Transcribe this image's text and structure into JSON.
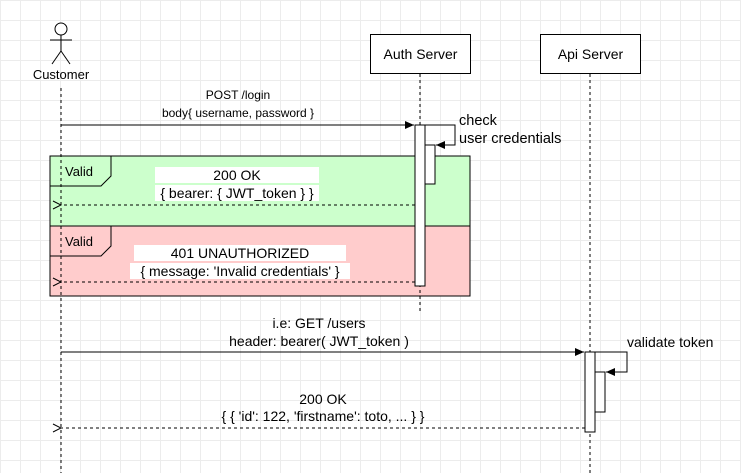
{
  "participants": {
    "customer": "Customer",
    "auth": "Auth Server",
    "api": "Api Server"
  },
  "messages": {
    "login_line1": "POST /login",
    "login_line2": "body{ username, password }",
    "check_line1": "check",
    "check_line2": "user credentials",
    "ok_line1": "200 OK",
    "ok_line2": "{ bearer: { JWT_token } }",
    "unauth_line1": "401 UNAUTHORIZED",
    "unauth_line2": "{ message: 'Invalid credentials' }",
    "get_line1": "i.e:  GET /users",
    "get_line2": "header: bearer( JWT_token )",
    "validate": "validate token",
    "resp_line1": "200 OK",
    "resp_line2": "{ { 'id': 122, 'firstname': toto, ... } }"
  },
  "fragments": {
    "valid_label": "Valid",
    "invalid_label": "Valid"
  },
  "colors": {
    "valid_fill": "#ccffcc",
    "invalid_fill": "#ffcccc",
    "line": "#000000"
  }
}
